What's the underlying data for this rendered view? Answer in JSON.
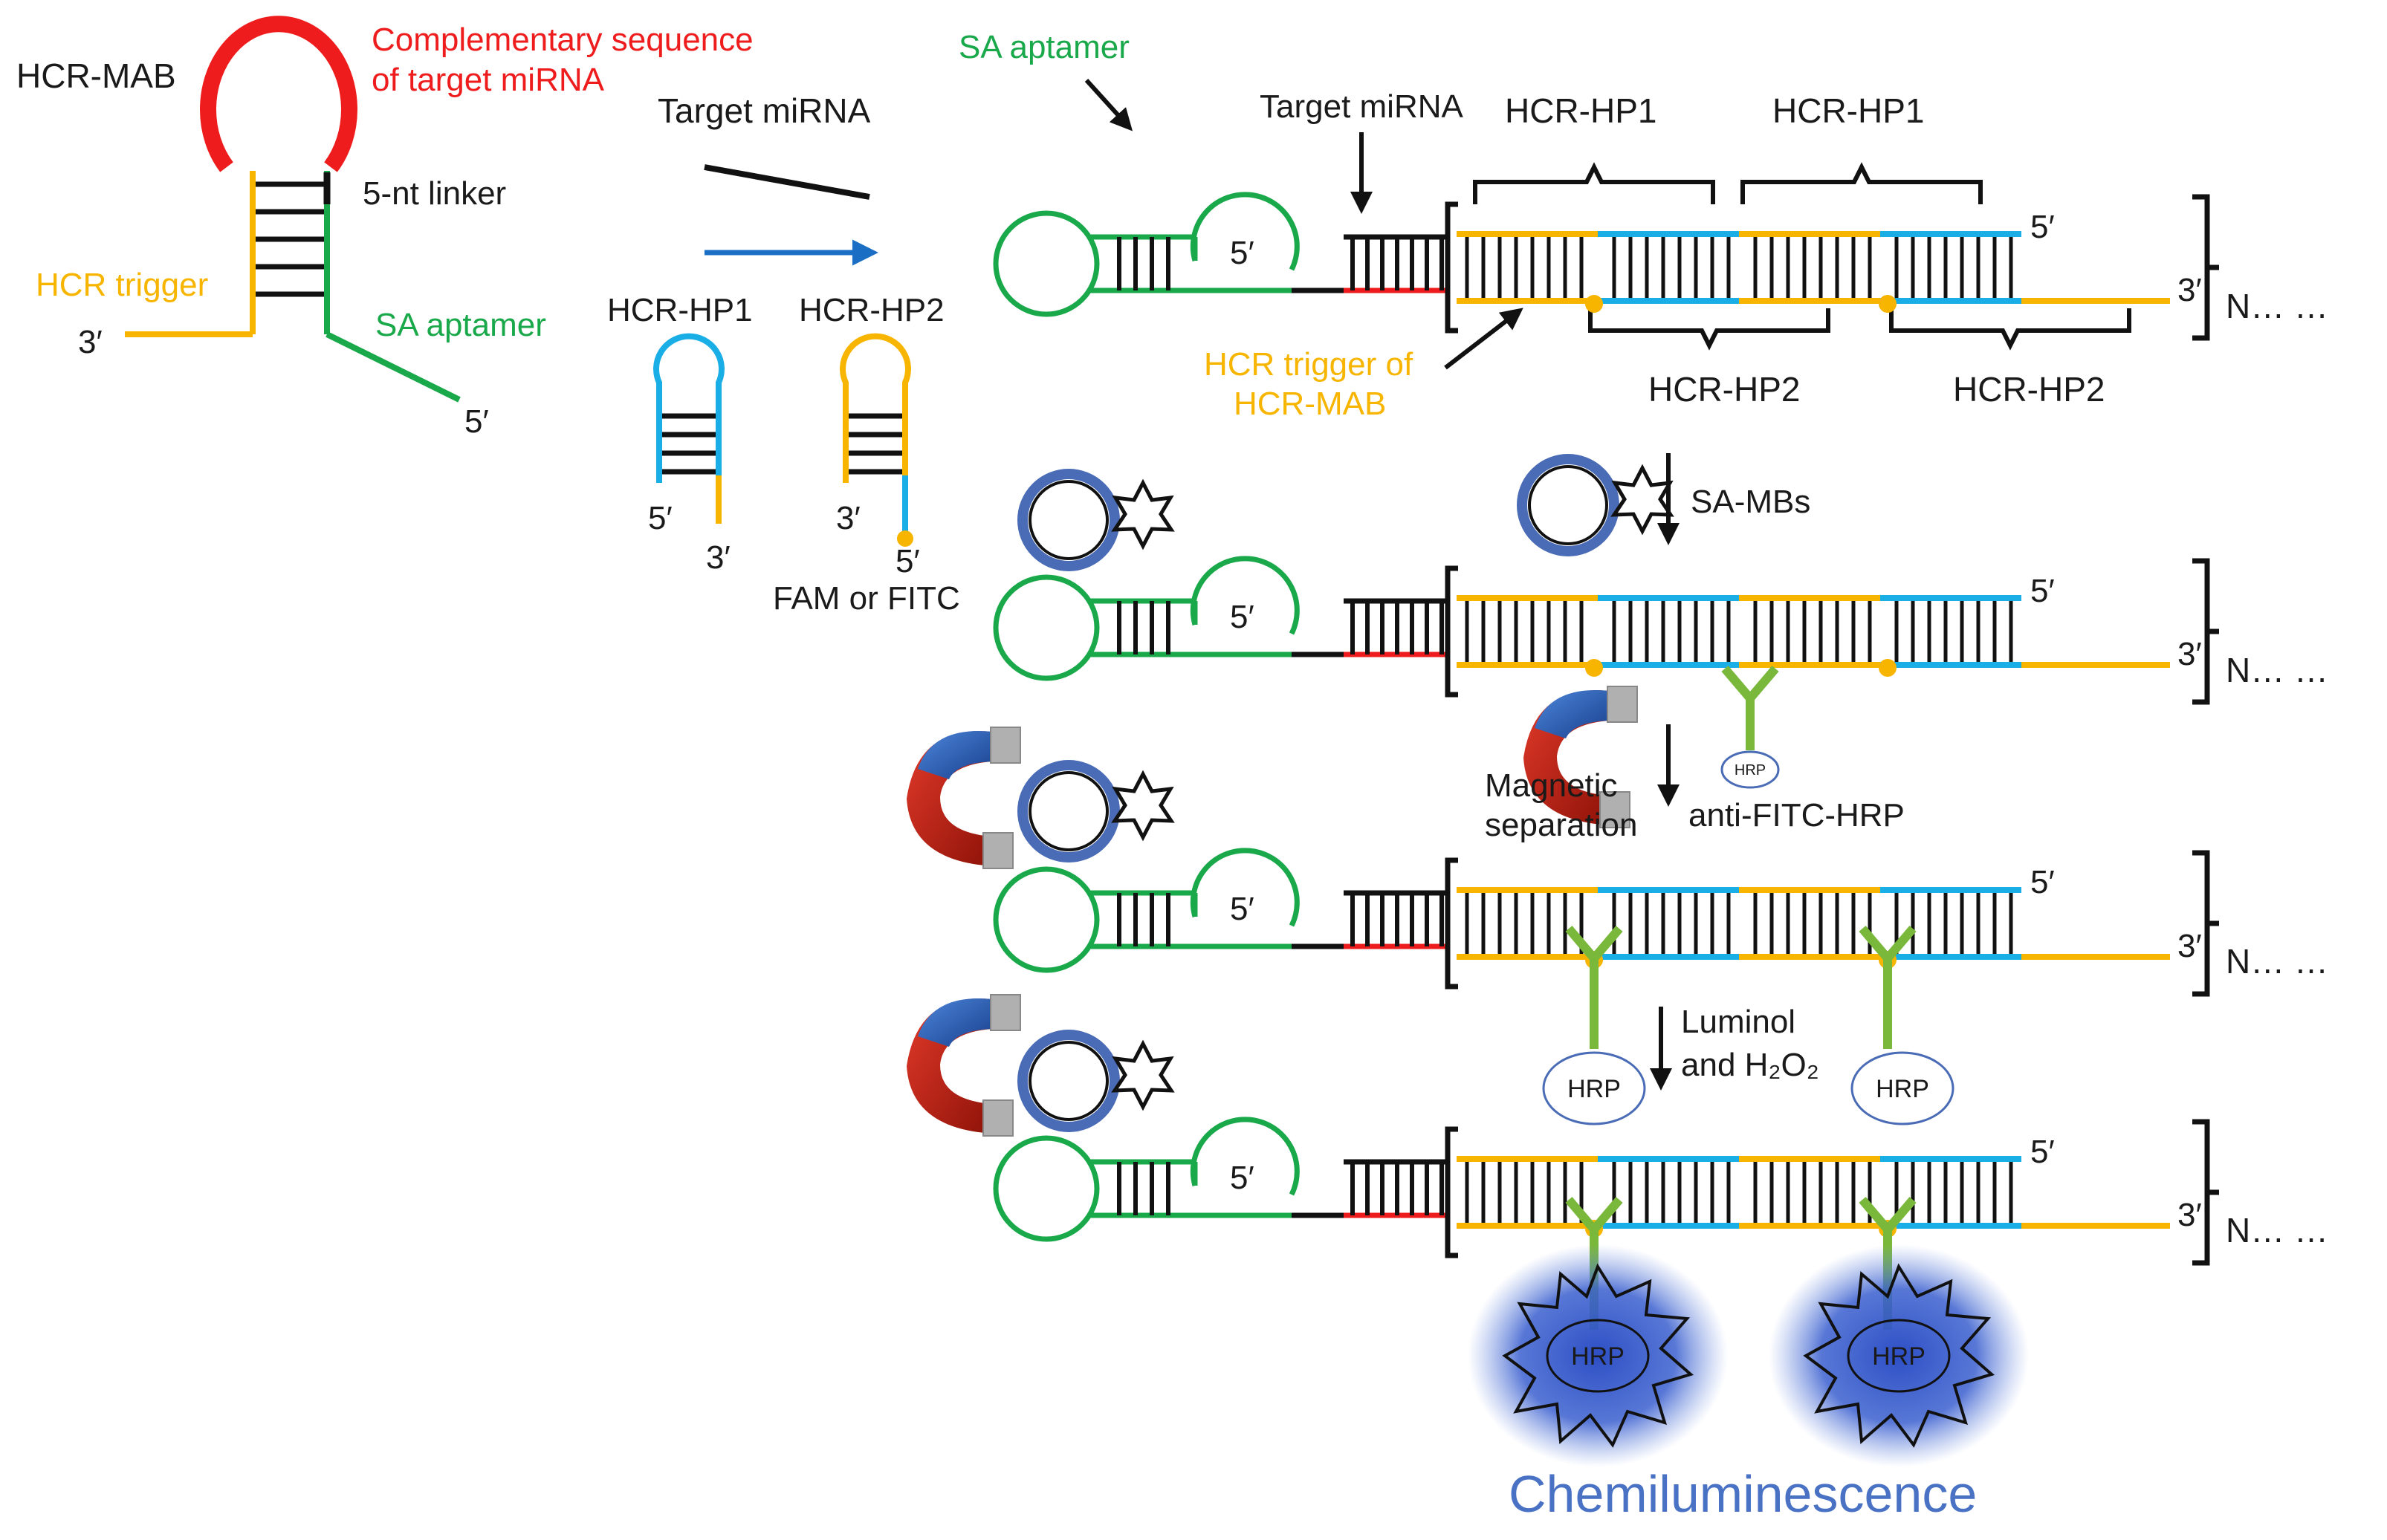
{
  "colors": {
    "red": "#ee1c1c",
    "yellow": "#f7b500",
    "green": "#19a84a",
    "blue": "#1aaee6",
    "arrow_blue": "#1a6fc4",
    "antibody": "#7ab83c",
    "bead": "#4a6bb5",
    "glow": "#3a5fcf"
  },
  "hcr_mab": {
    "name": "HCR-MAB",
    "loop_label_line1": "Complementary sequence",
    "loop_label_line2": "of target miRNA",
    "linker": "5-nt linker",
    "trigger": "HCR trigger",
    "aptamer": "SA aptamer",
    "end3": "3′",
    "end5": "5′"
  },
  "reagents": {
    "target": "Target  miRNA",
    "hp1": "HCR-HP1",
    "hp2": "HCR-HP2",
    "end5": "5′",
    "end3": "3′",
    "dye": "FAM or FITC"
  },
  "assembly": {
    "sa_aptamer": "SA aptamer",
    "target": "Target miRNA",
    "hp1": "HCR-HP1",
    "hp2": "HCR-HP2",
    "trigger_line1": "HCR trigger of",
    "trigger_line2": "HCR-MAB",
    "end5": "5′",
    "end3": "3′",
    "repeat": "N… …"
  },
  "steps": {
    "sa_mbs": "SA-MBs",
    "magnetic_line1": "Magnetic",
    "magnetic_line2": "separation",
    "antibody": "anti-FITC-HRP",
    "luminol": "Luminol",
    "h2o2": "and H₂O₂",
    "hrp": "HRP"
  },
  "output": "Chemiluminescence"
}
